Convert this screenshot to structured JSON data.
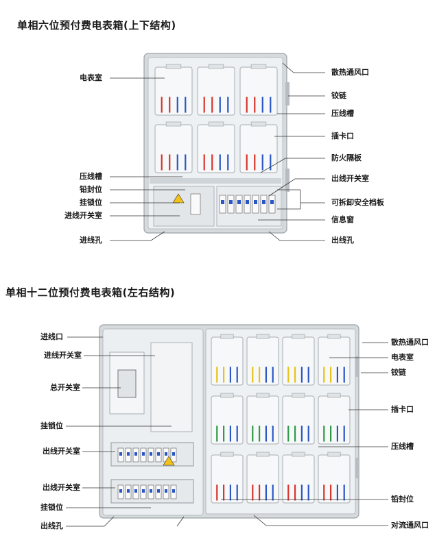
{
  "diagrams": [
    {
      "title": "单相六位预付费电表箱(上下结构)",
      "left_labels": [
        "电表室",
        "压线槽",
        "铅封位",
        "挂锁位",
        "进线开关室",
        "进线孔"
      ],
      "right_labels": [
        "散热通风口",
        "铰链",
        "压线槽",
        "插卡口",
        "防火隔板",
        "出线开关室",
        "可拆卸安全档板",
        "信息窗",
        "出线孔"
      ]
    },
    {
      "title": "单相十二位预付费电表箱(左右结构)",
      "left_labels": [
        "进线口",
        "进线开关室",
        "总开关室",
        "挂锁位",
        "出线开关室",
        "出线开关室",
        "挂锁位",
        "出线孔"
      ],
      "right_labels": [
        "散热通风口",
        "电表室",
        "铰链",
        "插卡口",
        "压线槽",
        "铅封位",
        "对流通风口"
      ]
    }
  ],
  "colors": {
    "box_frame": "#cfd3d6",
    "box_inner": "#eef1f3",
    "wire_red": "#d9342b",
    "wire_blue": "#2a56c6",
    "wire_yellow": "#e8c21a",
    "wire_green": "#2f9a48"
  }
}
